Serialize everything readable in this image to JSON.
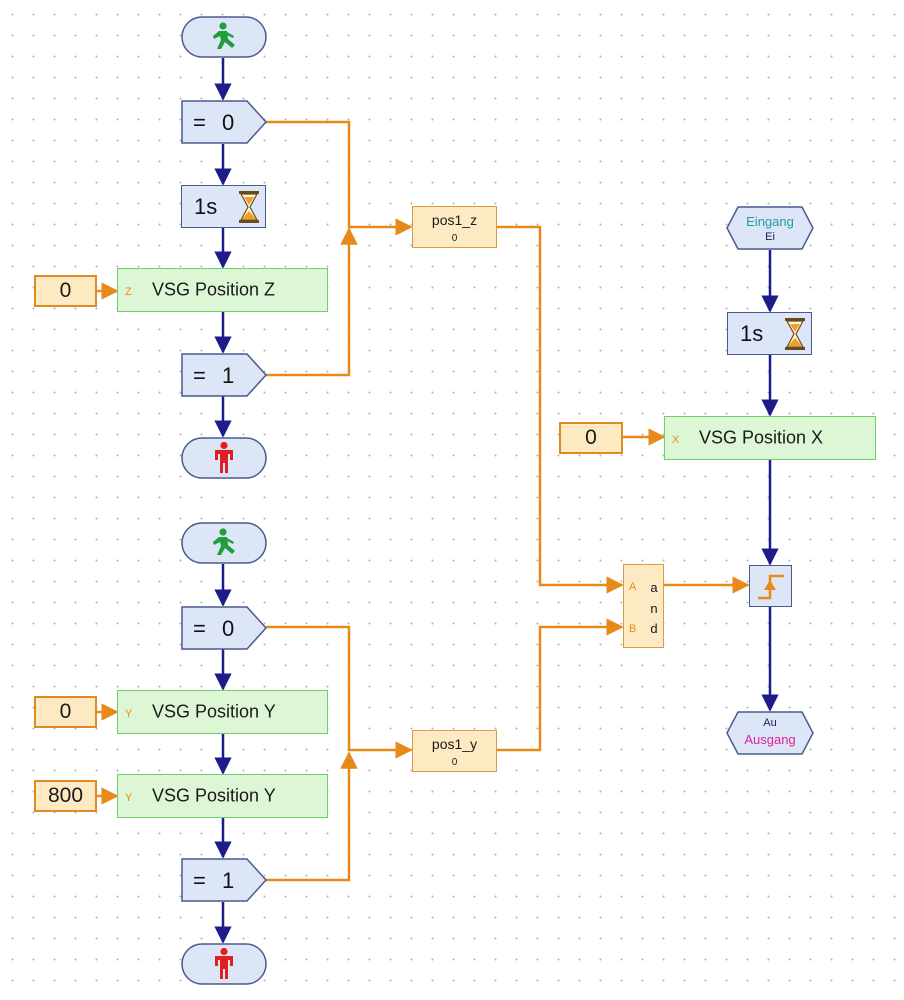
{
  "colors": {
    "flow_line": "#1c1c8a",
    "data_line": "#e88a1a",
    "command_block": "#ddf7d6",
    "constant_block": "#fde9c2",
    "control_block": "#dde6f7",
    "start_icon": "#1f9e3a",
    "stop_icon": "#e02020",
    "input_label": "#1f9e9e",
    "output_label": "#e0209e"
  },
  "icons": {
    "start": "green-walking-man-icon",
    "stop": "red-standing-man-icon",
    "wait": "hourglass-icon",
    "edge": "rising-edge-icon"
  },
  "flow1": {
    "compare_top": "= 0",
    "wait": "1s",
    "const_z": "0",
    "cmd_z_port": "Z",
    "cmd_z": "VSG Position Z",
    "compare_bottom": "= 1"
  },
  "flow2": {
    "compare_top": "= 0",
    "const_y1": "0",
    "cmd_y1_port": "Y",
    "cmd_y1": "VSG Position Y",
    "const_y2": "800",
    "cmd_y2_port": "Y",
    "cmd_y2": "VSG Position Y",
    "compare_bottom": "= 1"
  },
  "var_z": {
    "name": "pos1_z",
    "value": "0"
  },
  "var_y": {
    "name": "pos1_y",
    "value": "0"
  },
  "and_gate": {
    "port_a": "A",
    "port_b": "B",
    "letters": [
      "a",
      "n",
      "d"
    ]
  },
  "flow3": {
    "input_top": "Eingang",
    "input_bottom": "Ei",
    "wait": "1s",
    "const_x": "0",
    "cmd_x_port": "X",
    "cmd_x": "VSG Position X",
    "output_top": "Au",
    "output_bottom": "Ausgang"
  }
}
